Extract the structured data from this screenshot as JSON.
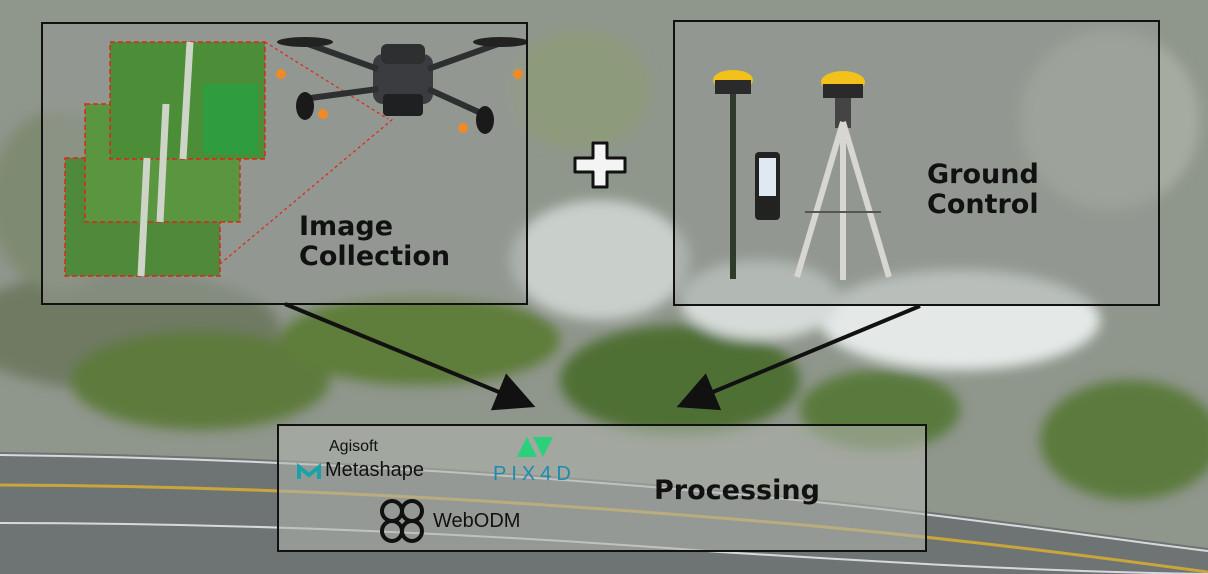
{
  "colors": {
    "box_border": "#111111",
    "label_text": "#111111",
    "frame_dash": "#e0241b",
    "pix4d_green": "#2ad07a",
    "pix4d_text": "#1b8cb0",
    "metashape_teal": "#1aa3a6",
    "gnss_yellow": "#f2c21a",
    "tripod_silver": "#d8d6d0"
  },
  "panels": {
    "image_collection": {
      "label": "Image\nCollection",
      "icon": "drone-icon"
    },
    "ground_control": {
      "label": "Ground\nControl",
      "icon": "gnss-receiver-icon"
    },
    "processing": {
      "label": "Processing"
    }
  },
  "plus_icon": "plus-icon",
  "software": {
    "metashape": {
      "vendor": "Agisoft",
      "name": "Metashape",
      "icon": "metashape-logo-icon"
    },
    "pix4d": {
      "name": "PIX4D",
      "icon": "pix4d-logo-icon"
    },
    "webodm": {
      "name": "WebODM",
      "icon": "webodm-logo-icon"
    }
  }
}
